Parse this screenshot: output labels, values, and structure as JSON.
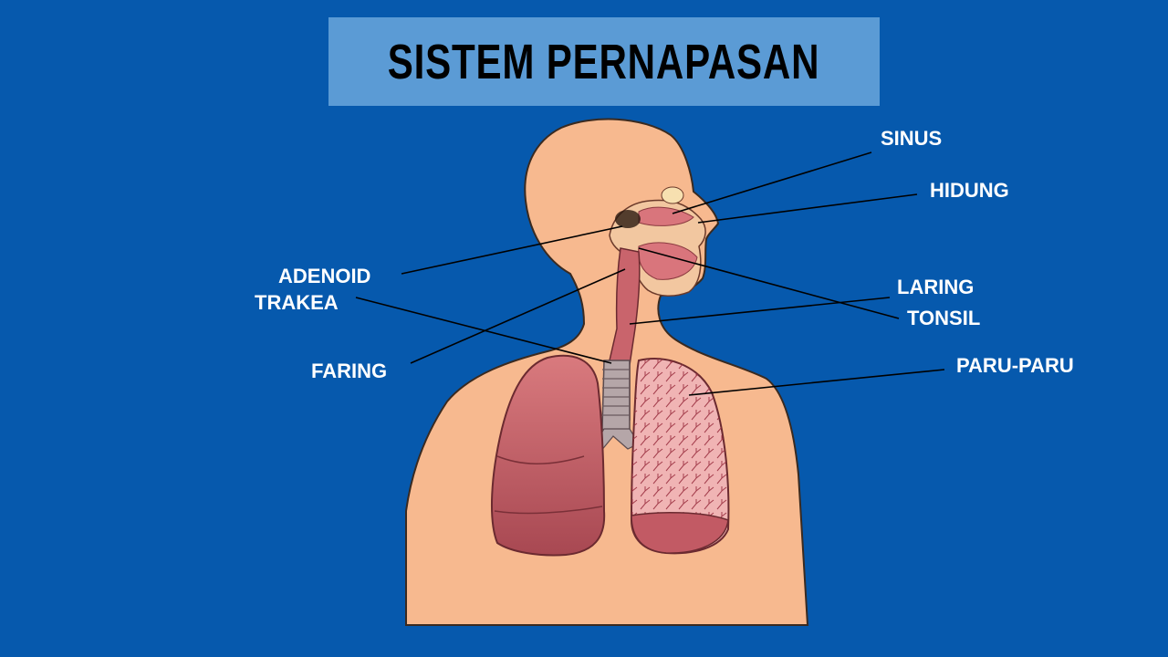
{
  "title": "SISTEM PERNAPASAN",
  "labels": {
    "sinus": "SINUS",
    "hidung": "HIDUNG",
    "adenoid": "ADENOID",
    "trakea": "TRAKEA",
    "laring": "LARING",
    "tonsil": "TONSIL",
    "faring": "FARING",
    "paru": "PARU-PARU"
  },
  "colors": {
    "background": "#0659ad",
    "title_box": "#5b9bd5",
    "skin": "#f7b98f",
    "lung": "#c9646c"
  }
}
